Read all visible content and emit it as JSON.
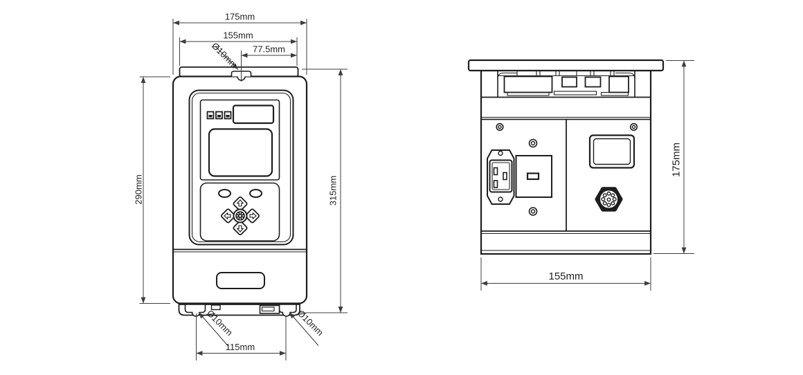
{
  "drawing": {
    "colors": {
      "background": "#ffffff",
      "object_line": "#1d1d1d",
      "dimension_line": "#3d3d3d"
    },
    "front_view": {
      "overall_width": "175mm",
      "flange_width": "155mm",
      "center_offset": "77.5mm",
      "top_slot_diameter": "Ø10mm",
      "body_height": "290mm",
      "overall_height": "315mm",
      "bottom_left_slot_diameter": "Ø10mm",
      "bottom_right_slot_diameter": "Ø10mm",
      "slot_spacing": "115mm"
    },
    "rear_view": {
      "overall_height": "175mm",
      "body_width": "155mm"
    }
  }
}
